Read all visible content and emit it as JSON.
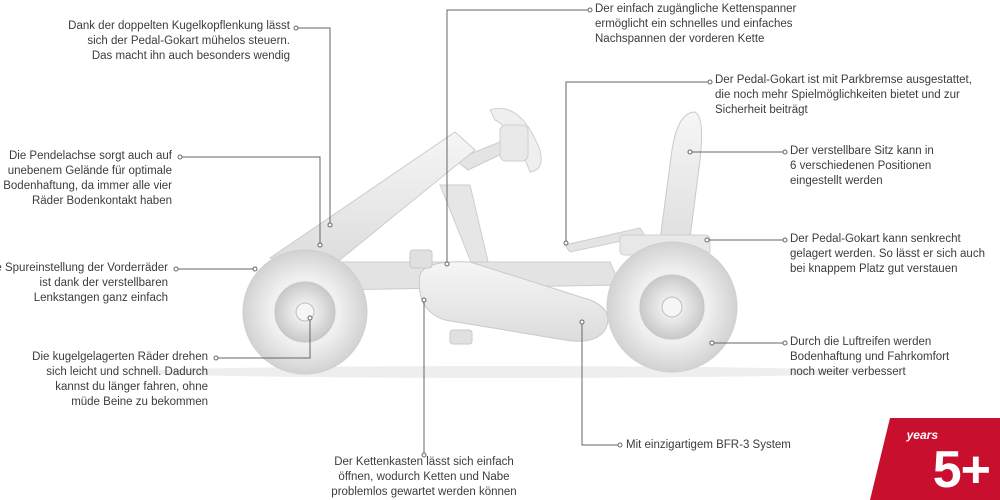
{
  "callouts": {
    "top_left": [
      "Dank der doppelten Kugelkopflenkung lässt",
      "sich der Pedal-Gokart mühelos steuern.",
      "Das macht ihn auch besonders wendig"
    ],
    "pendulum": [
      "Die Pendelachse sorgt auch auf",
      "unebenem Gelände für optimale",
      "Bodenhaftung, da immer alle vier",
      "Räder Bodenkontakt haben"
    ],
    "tracking": [
      "Die Spureinstellung der Vorderräder",
      "ist dank der verstellbaren",
      "Lenkstangen ganz einfach"
    ],
    "bearings": [
      "Die kugelgelagerten Räder drehen",
      "sich leicht und schnell. Dadurch",
      "kannst du länger fahren, ohne",
      "müde Beine zu bekommen"
    ],
    "chain_tensioner": [
      "Der einfach zugängliche Kettenspanner",
      "ermöglicht ein schnelles und einfaches",
      "Nachspannen der vorderen Kette"
    ],
    "parking_brake": [
      "Der Pedal-Gokart ist mit Parkbremse ausgestattet,",
      "die noch mehr Spielmöglichkeiten bietet und zur",
      "Sicherheit beiträgt"
    ],
    "seat": [
      "Der verstellbare Sitz kann in",
      "6 verschiedenen Positionen",
      "eingestellt werden"
    ],
    "vertical_storage": [
      "Der Pedal-Gokart kann senkrecht",
      "gelagert werden. So lässt er sich auch",
      "bei knappem Platz gut verstauen"
    ],
    "tires": [
      "Durch die Luftreifen werden",
      "Bodenhaftung und Fahrkomfort",
      "noch weiter verbessert"
    ],
    "chain_case": [
      "Der Kettenkasten lässt sich einfach",
      "öffnen, wodurch Ketten und Nabe",
      "problemlos gewartet werden können"
    ],
    "bfr": [
      "Mit einzigartigem BFR-3 System"
    ]
  },
  "badge": {
    "years": "years",
    "age": "5+",
    "color": "#c8102e"
  },
  "colors": {
    "line": "#666666",
    "kart_fill": "#ececec",
    "kart_stroke": "#cfcfcf",
    "tire": "#e2e2e2"
  }
}
